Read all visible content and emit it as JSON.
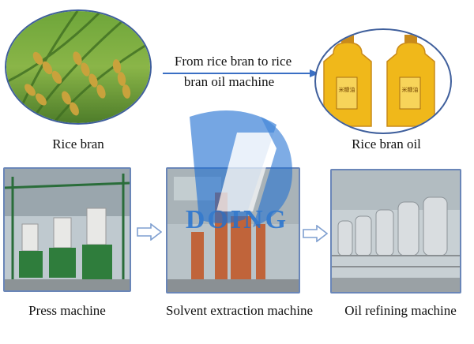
{
  "captions": {
    "rice_bran": "Rice bran",
    "rice_bran_oil": "Rice bran oil",
    "press_machine": "Press machine",
    "solvent_extraction_machine": "Solvent extraction machine",
    "oil_refining_machine": "Oil refining machine"
  },
  "center_note": {
    "line1": "From rice bran to rice",
    "line2": "bran oil machine"
  },
  "watermark": {
    "text": "DOING",
    "color": "#1f6fd1"
  },
  "bottle_label": "米糠油",
  "colors": {
    "border_oval": "#3f5f9c",
    "border_rect": "#6a86b8",
    "arrow_blue": "#3a6fc4",
    "flow_arrow": "#7f9fd0",
    "oil_gold": "#f0b81a"
  }
}
